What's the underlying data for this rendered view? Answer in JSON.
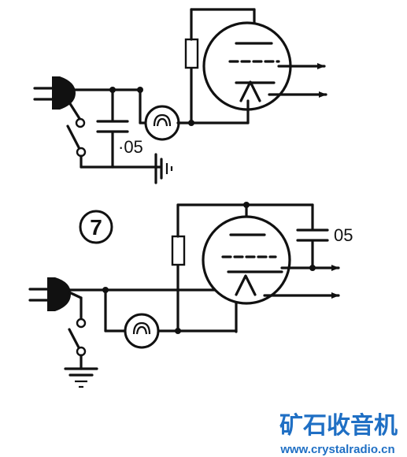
{
  "diagrams": [
    {
      "capacitor_label": "·05",
      "figure_number": ""
    },
    {
      "capacitor_label": "05",
      "figure_number": "7"
    }
  ],
  "watermark": {
    "title": "矿石收音机",
    "url": "www.crystalradio.cn"
  },
  "colors": {
    "ink": "#111111",
    "brand": "#1f6fc4",
    "background": "#ffffff"
  }
}
